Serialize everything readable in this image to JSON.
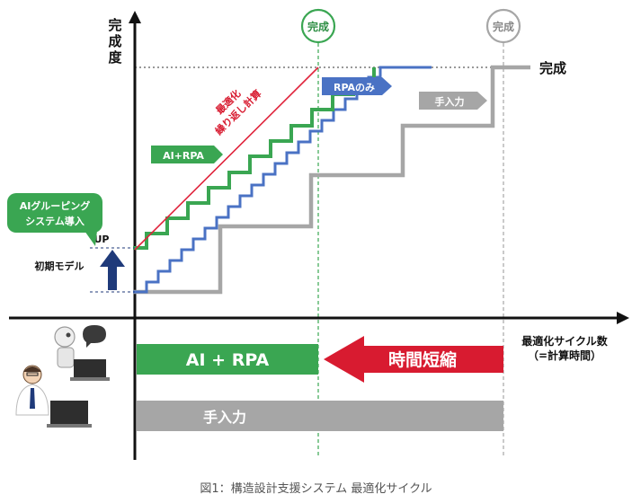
{
  "axes": {
    "y_label": [
      "完",
      "成",
      "度"
    ],
    "x_label_line1": "最適化サイクル数",
    "x_label_line2": "（=計算時間）"
  },
  "completion_label": "完成",
  "markers": {
    "ai_rpa_done": "完成",
    "manual_done": "完成"
  },
  "callouts": {
    "ai_grouping": [
      "AIグルーピング",
      "システム導入"
    ],
    "up": "UP",
    "initial_model": "初期モデル",
    "optimization": [
      "最適化",
      "繰り返し計算"
    ],
    "ai_rpa": "AI+RPA",
    "rpa_only": "RPAのみ",
    "manual": "手入力"
  },
  "bars": {
    "ai_rpa": "AI + RPA",
    "time_reduction": "時間短縮",
    "manual": "手入力"
  },
  "caption": "図1：構造設計支援システム 最適化サイクル",
  "colors": {
    "ai_rpa": "#3aa652",
    "rpa_only": "#4a72c4",
    "manual": "#a6a6a6",
    "optimization_line": "#e0243c",
    "time_arrow": "#d81b30",
    "up_arrow": "#1f3a7a"
  }
}
